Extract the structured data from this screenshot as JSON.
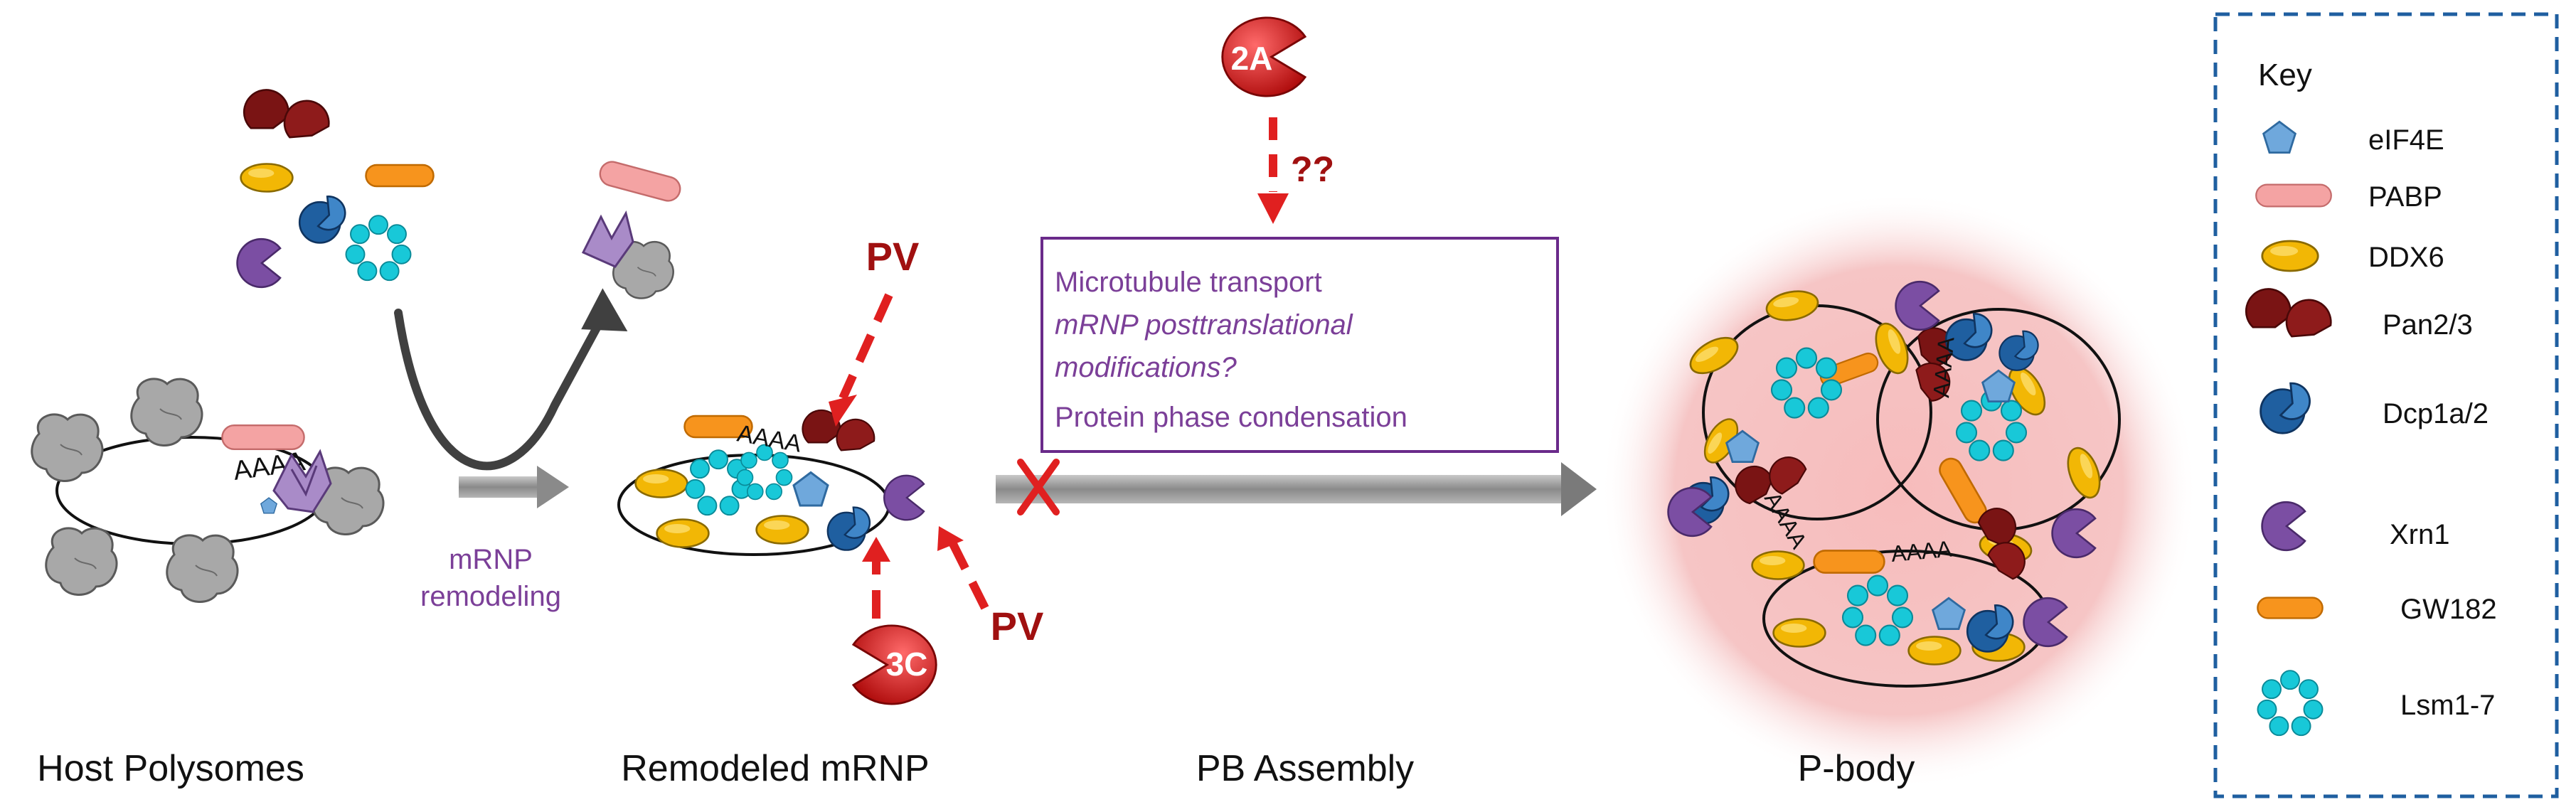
{
  "stages": {
    "host": "Host Polysomes",
    "remodeled": "Remodeled mRNP",
    "assembly": "PB Assembly",
    "pbody": "P-body"
  },
  "remodeling_label": [
    "mRNP",
    "remodeling"
  ],
  "polyA": "AAAA",
  "viral": {
    "pv": "PV",
    "c3": "3C",
    "a2": "2A",
    "unknown": "??"
  },
  "box_lines": {
    "l1": "Microtubule transport",
    "l2": "mRNP posttranslational",
    "l3": "modifications?",
    "l4": "Protein phase condensation"
  },
  "key": {
    "title": "Key",
    "items": {
      "eif4e": "eIF4E",
      "pabp": "PABP",
      "ddx6": "DDX6",
      "pan": "Pan2/3",
      "dcp": "Dcp1a/2",
      "xrn1": "Xrn1",
      "gw182": "GW182",
      "lsm": "Lsm1-7"
    }
  },
  "colors": {
    "eif4e": "#6fa8dc",
    "pabp": "#f4a3a3",
    "ddx6": "#f2b705",
    "pan": "#7a1414",
    "dcp": "#1f5fa0",
    "xrn1": "#7b4ea3",
    "gw182": "#f7941d",
    "lsm": "#18c8d8",
    "viral_red": "#cc1f1f",
    "purple_text": "#7b3f98",
    "ribosome": "#9a9a9a",
    "key_border": "#1f5fa0",
    "pbody_glow": "#f2a9a9"
  }
}
